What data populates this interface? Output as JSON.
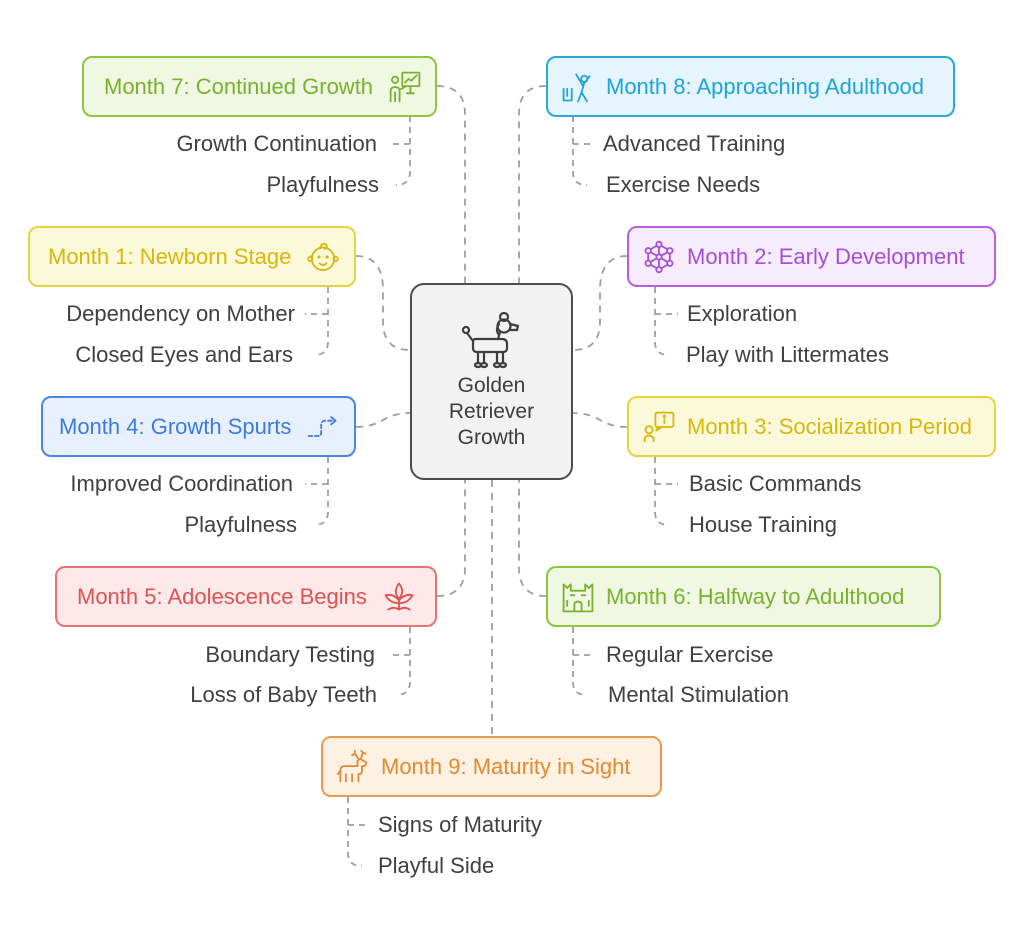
{
  "center": {
    "title": "Golden Retriever Growth",
    "icon": "poodle-icon",
    "colors": {
      "border": "#4d4d4d",
      "fill": "#f2f2f2",
      "text": "#3d3d3d"
    }
  },
  "nodes": [
    {
      "label": "Month 1: Newborn Stage",
      "icon": "baby-face-icon",
      "colors": {
        "border": "#e6d33b",
        "fill": "#fcf9db",
        "text": "#d6b80b"
      },
      "items": [
        "Dependency on Mother",
        "Closed Eyes and Ears"
      ]
    },
    {
      "label": "Month 2: Early Development",
      "icon": "network-icon",
      "colors": {
        "border": "#b85fe0",
        "fill": "#f6ecfc",
        "text": "#a64fd6"
      },
      "items": [
        "Exploration",
        "Play with Littermates"
      ]
    },
    {
      "label": "Month 3: Socialization Period",
      "icon": "person-info-icon",
      "colors": {
        "border": "#e6d33b",
        "fill": "#fcf9db",
        "text": "#d6b80b"
      },
      "items": [
        "Basic Commands",
        "House Training"
      ]
    },
    {
      "label": "Month 4: Growth Spurts",
      "icon": "dashed-arrow-icon",
      "colors": {
        "border": "#4a86e8",
        "fill": "#e9f0fd",
        "text": "#3a7bdf"
      },
      "items": [
        "Improved Coordination",
        "Playfulness"
      ]
    },
    {
      "label": "Month 5: Adolescence Begins",
      "icon": "sprout-icon",
      "colors": {
        "border": "#e57373",
        "fill": "#fde9e9",
        "text": "#e05252"
      },
      "items": [
        "Boundary Testing",
        "Loss of Baby Teeth"
      ]
    },
    {
      "label": "Month 6: Halfway to Adulthood",
      "icon": "castle-icon",
      "colors": {
        "border": "#8cc63f",
        "fill": "#f0f8e3",
        "text": "#78b22c"
      },
      "items": [
        "Regular Exercise",
        "Mental Stimulation"
      ]
    },
    {
      "label": "Month 7: Continued Growth",
      "icon": "presentation-icon",
      "colors": {
        "border": "#8cc63f",
        "fill": "#f0f8e3",
        "text": "#78b22c"
      },
      "items": [
        "Growth Continuation",
        "Playfulness"
      ]
    },
    {
      "label": "Month 8: Approaching Adulthood",
      "icon": "climbing-person-icon",
      "colors": {
        "border": "#29a8dc",
        "fill": "#e6f5fc",
        "text": "#1ea4d9"
      },
      "items": [
        "Advanced Training",
        "Exercise Needs"
      ]
    },
    {
      "label": "Month 9: Maturity in Sight",
      "icon": "moose-icon",
      "colors": {
        "border": "#e99c4e",
        "fill": "#fdf1e4",
        "text": "#e28a2e"
      },
      "items": [
        "Signs of Maturity",
        "Playful Side"
      ]
    }
  ],
  "connector_color": "#9e9e9e",
  "item_text_color": "#404040"
}
